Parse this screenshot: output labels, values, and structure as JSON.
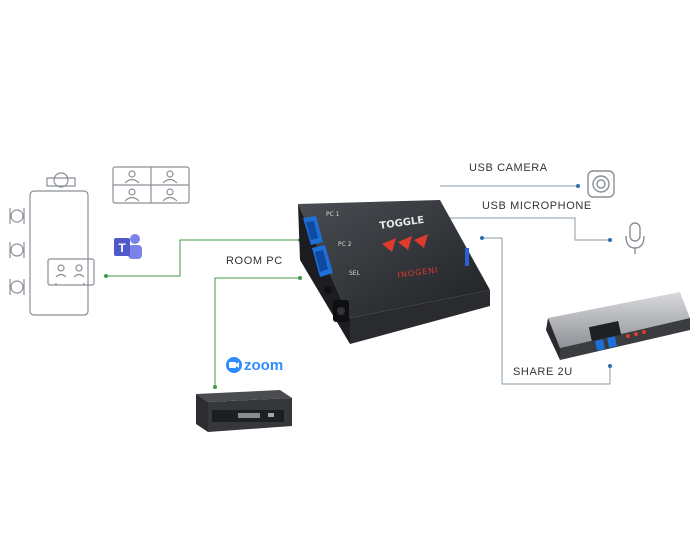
{
  "labels": {
    "usb_camera": "USB CAMERA",
    "usb_microphone": "USB MICROPHONE",
    "room_pc": "ROOM PC",
    "share_2u": "SHARE 2U"
  },
  "device": {
    "name": "TOGGLE",
    "brand": "INOGENI",
    "port_pc1": "PC 1",
    "port_pc2": "PC 2",
    "port_sel": "SEL"
  },
  "apps": {
    "zoom": "zoom",
    "teams_letter": "T"
  },
  "colors": {
    "line_gray": "#8a9aa8",
    "line_green": "#3f9a45",
    "usb_blue": "#1e6fd9",
    "teams_purple": "#5059c9",
    "zoom_blue": "#2d8cff",
    "device_red": "#e03a2f"
  },
  "icons": [
    "conference-room-icon",
    "video-grid-icon",
    "teams-logo-icon",
    "zoom-logo-icon",
    "mini-pc-icon",
    "toggle-device",
    "usb-camera-icon",
    "microphone-icon",
    "share-2u-device"
  ]
}
